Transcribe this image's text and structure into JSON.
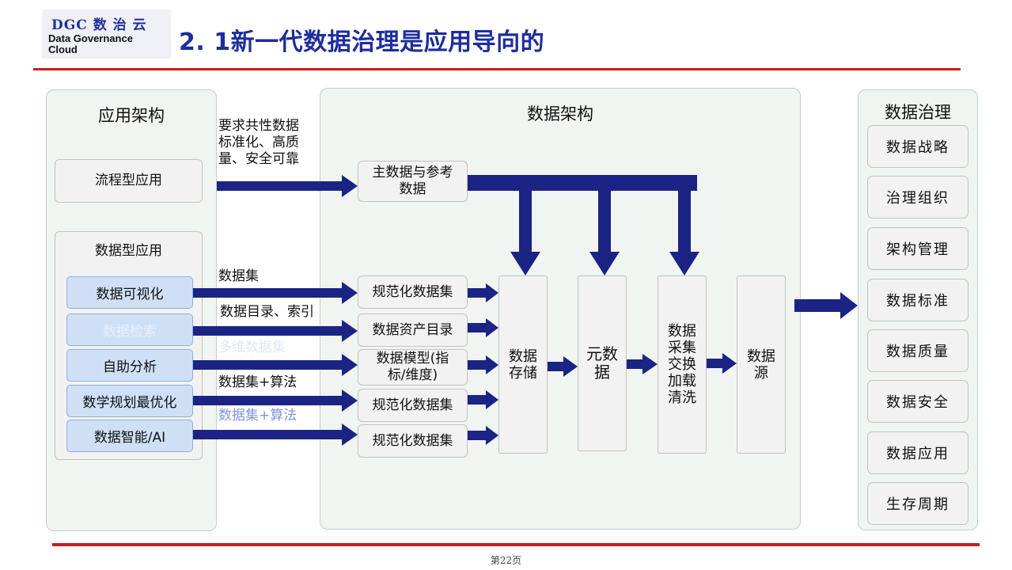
{
  "header": {
    "brand": "DGC 数 治 云",
    "brand_sub_line1": "Data Governance",
    "brand_sub_line2": "Cloud",
    "title": "2. 1新一代数据治理是应用导向的"
  },
  "app_arch": {
    "title": "应用架构",
    "process_app": "流程型应用",
    "data_app": {
      "title": "数据型应用",
      "items": [
        "数据可视化",
        "数据检索",
        "自助分析",
        "数学规划最优化",
        "数据智能/AI"
      ]
    }
  },
  "edge_labels": {
    "top_line1": "要求共性数据",
    "top_line2": "标准化、高质",
    "top_line3": "量、安全可靠",
    "dataset": "数据集",
    "catalog": "数据目录、索引",
    "multidim": "多维数据集",
    "algo1": "数据集+算法",
    "algo2": "数据集+算法"
  },
  "data_arch": {
    "title": "数据架构",
    "master_line1": "主数据与参考",
    "master_line2": "数据",
    "mid_boxes": [
      "规范化数据集",
      "数据资产目录",
      "数据模型(指",
      "标/维度)",
      "规范化数据集",
      "规范化数据集"
    ],
    "storage_line1": "数据",
    "storage_line2": "存储",
    "meta_line1": "元数",
    "meta_line2": "据",
    "etl": [
      "数据",
      "采集",
      "交换",
      "加载",
      "清洗"
    ],
    "source_line1": "数据",
    "source_line2": "源"
  },
  "governance": {
    "title": "数据治理",
    "items": [
      "数据战略",
      "治理组织",
      "架构管理",
      "数据标准",
      "数据质量",
      "数据安全",
      "数据应用",
      "生存周期"
    ]
  },
  "footer": {
    "page": "第22页"
  },
  "colors": {
    "arrow": "#1b2385",
    "title": "#1d2d9e",
    "rule": "#c62020"
  }
}
